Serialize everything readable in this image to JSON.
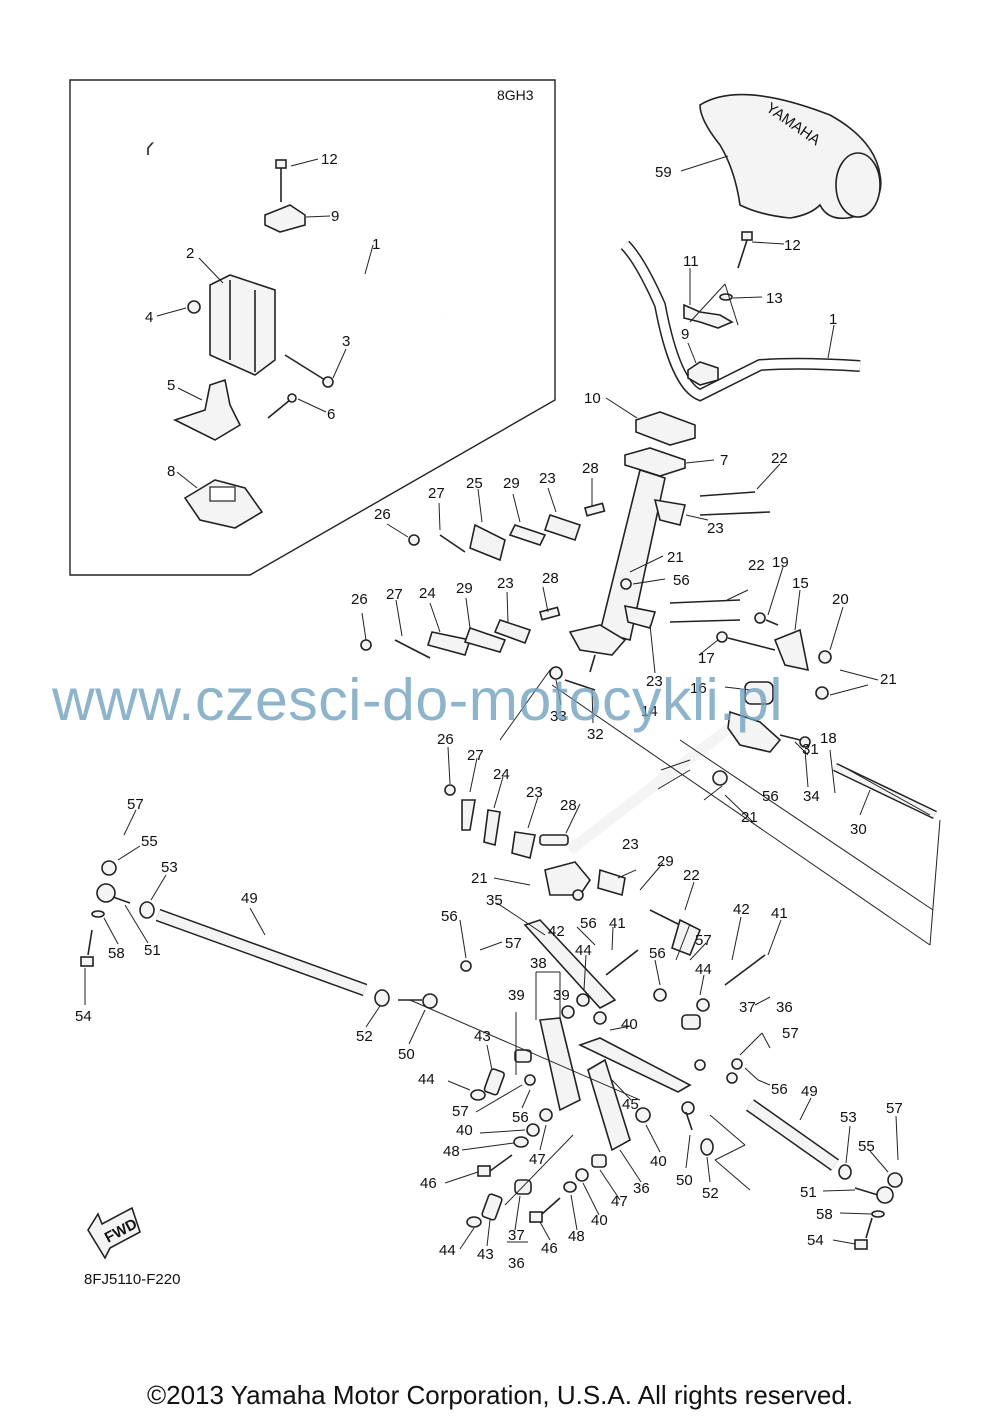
{
  "inset_code": "8GH3",
  "diagram_code": "8FJ5110-F220",
  "watermark": "www.czesci-do-motocykli.pl",
  "copyright": "©2013 Yamaha Motor Corporation, U.S.A. All rights reserved.",
  "fwd_label": "FWD",
  "cover_brand": "YAMAHA",
  "callouts": [
    "1",
    "2",
    "3",
    "4",
    "5",
    "6",
    "7",
    "8",
    "9",
    "10",
    "11",
    "12",
    "13",
    "14",
    "15",
    "16",
    "17",
    "18",
    "19",
    "20",
    "21",
    "22",
    "23",
    "24",
    "25",
    "26",
    "27",
    "28",
    "29",
    "30",
    "31",
    "32",
    "33",
    "34",
    "35",
    "36",
    "37",
    "38",
    "39",
    "40",
    "41",
    "42",
    "43",
    "44",
    "45",
    "46",
    "47",
    "48",
    "49",
    "50",
    "51",
    "52",
    "53",
    "54",
    "55",
    "56",
    "57",
    "58",
    "59"
  ],
  "colors": {
    "line": "#222222",
    "watermark": "#6f9fbd"
  }
}
